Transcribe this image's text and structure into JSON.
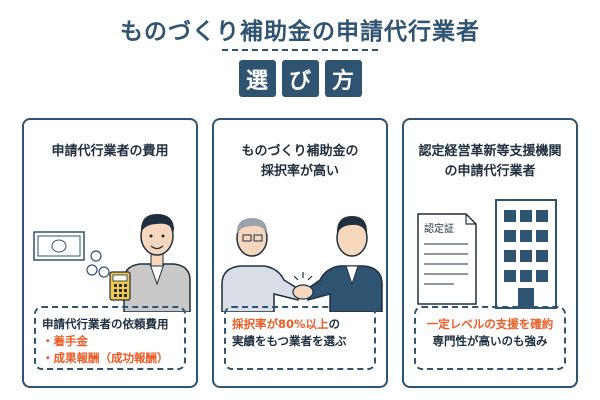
{
  "header": {
    "title": "ものづくり補助金の申請代行業者",
    "badges": [
      "選",
      "び",
      "方"
    ]
  },
  "cards": [
    {
      "title": "申請代行業者の費用",
      "note_line1": "申請代行業者の依頼費用",
      "note_bullet1": "・着手金",
      "note_bullet2": "・成果報酬（成功報酬）"
    },
    {
      "title_line1": "ものづくり補助金の",
      "title_line2": "採択率が高い",
      "note_highlight": "採択率が80%以上",
      "note_tail1": "の",
      "note_line2": "実績をもつ業者を選ぶ"
    },
    {
      "title_line1": "認定経営革新等支援機関",
      "title_line2": "の申請代行業者",
      "doc_label": "認定証",
      "note_highlight": "一定レベルの支援を確約",
      "note_line2": "専門性が高いのも強み"
    }
  ],
  "colors": {
    "navy": "#2f5472",
    "orange": "#f05a24",
    "skin": "#f6d7bd",
    "grey": "#c9c9c9"
  }
}
